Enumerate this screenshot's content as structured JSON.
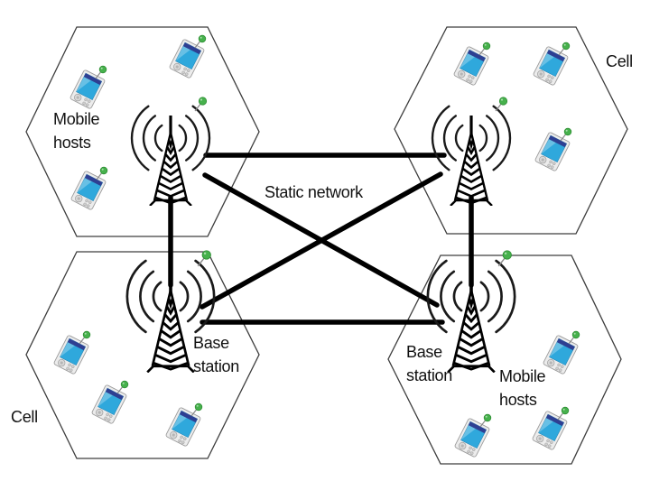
{
  "diagram": {
    "labels": {
      "mobile_hosts_top_left": "Mobile hosts",
      "cell_top_right": "Cell",
      "static_network": "Static network",
      "base_station_bottom_left": "Base station",
      "base_station_bottom_right": "Base station",
      "mobile_hosts_bottom_right": "Mobile hosts",
      "cell_bottom_left": "Cell"
    },
    "icons": {
      "base_station": "radio-tower-icon",
      "radio_waves": "signal-arcs-icon",
      "mobile_host": "pda-device-icon",
      "wireless_pin": "green-pushpin-icon"
    },
    "colors": {
      "background": "#ffffff",
      "link_line": "#000000",
      "hexagon_outline": "#3d3d3d",
      "text": "#111111",
      "device_screen": "#2fa8dc",
      "device_screen_bar": "#2e3f92",
      "pushpin_green": "#46b14c"
    },
    "network": {
      "cells": 4,
      "base_stations_per_cell": 1,
      "mobile_hosts_per_cell": 3,
      "links": [
        "top-left-to-top-right",
        "bottom-left-to-bottom-right",
        "top-left-to-bottom-right",
        "top-right-to-bottom-left",
        "top-left-to-bottom-left",
        "top-right-to-bottom-right"
      ]
    }
  }
}
